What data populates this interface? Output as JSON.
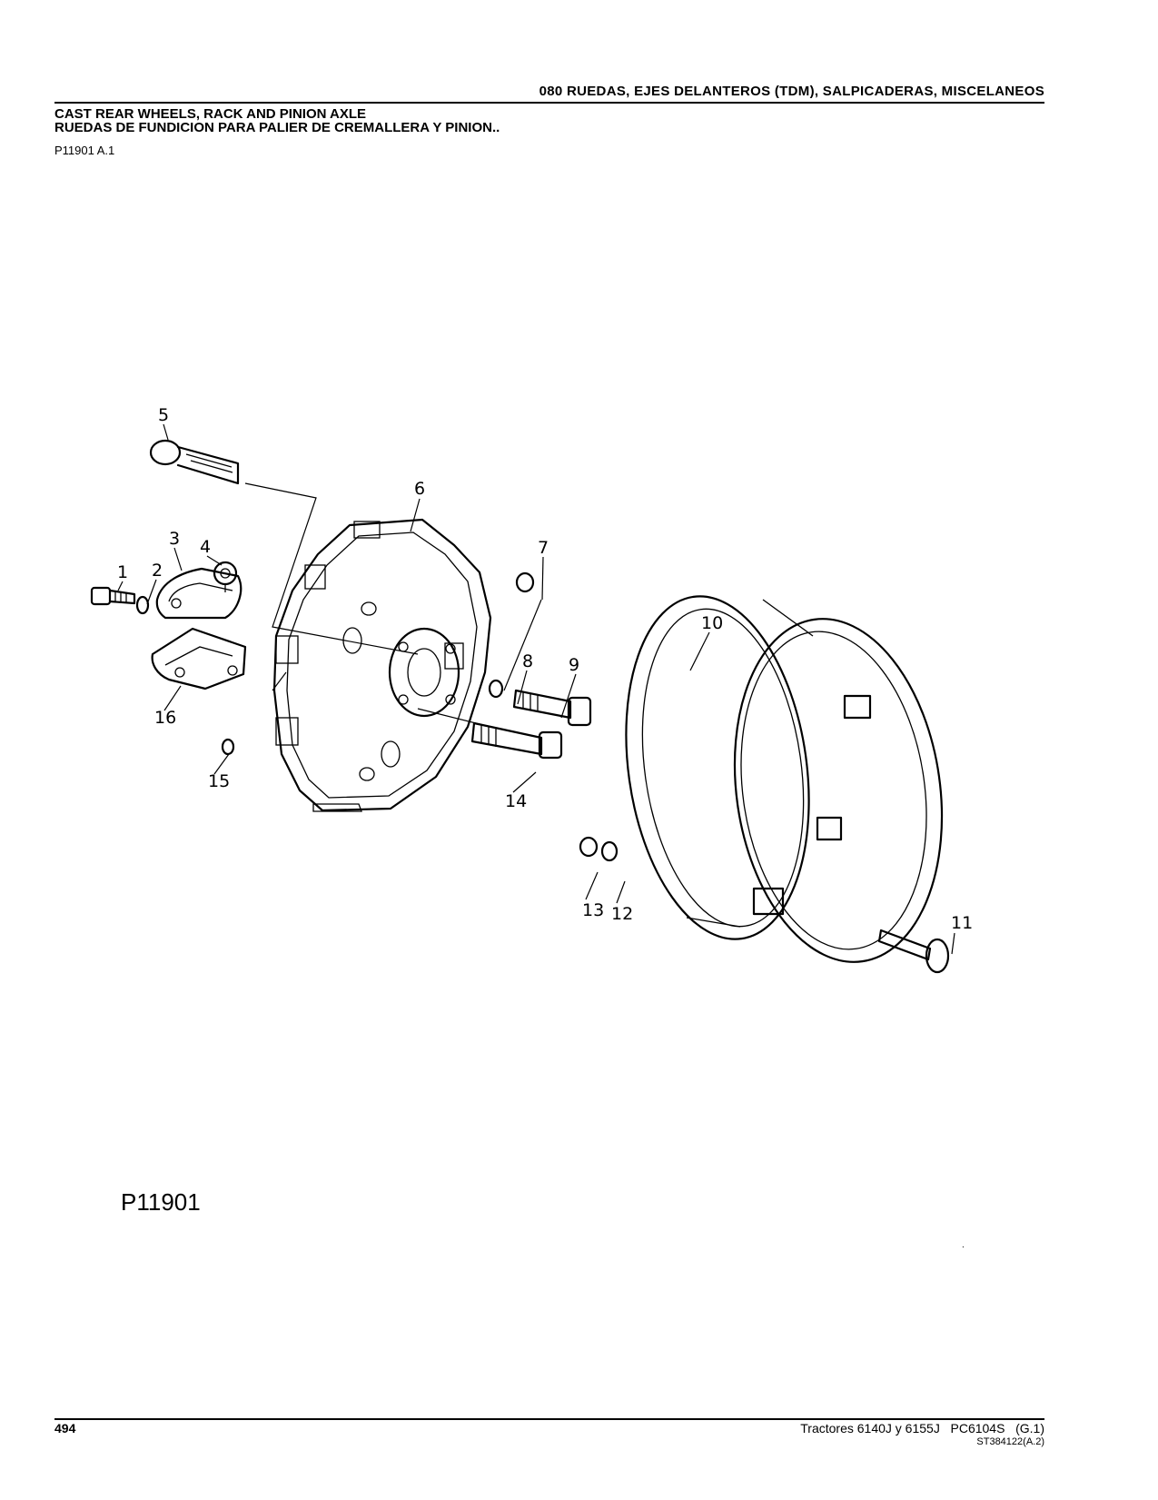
{
  "header": {
    "section": "080 RUEDAS, EJES DELANTEROS (TDM), SALPICADERAS, MISCELANEOS",
    "title_en": "CAST REAR WHEELS, RACK AND PINION AXLE",
    "title_es": "RUEDAS DE FUNDICION PARA PALIER DE CREMALLERA Y PINION..",
    "figure_ref": "P11901 A.1"
  },
  "diagram": {
    "figure_id": "P11901",
    "callouts": [
      "1",
      "2",
      "3",
      "4",
      "5",
      "6",
      "7",
      "8",
      "9",
      "10",
      "11",
      "12",
      "13",
      "14",
      "15",
      "16"
    ]
  },
  "footer": {
    "page_number": "494",
    "publication": "Tractores 6140J y 6155J   PC6104S   (G.1)",
    "code": "ST384122(A.2)",
    "mark": "."
  }
}
